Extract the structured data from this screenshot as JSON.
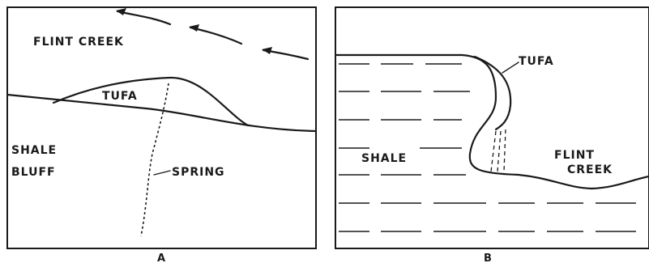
{
  "panel_a": {
    "caption": "A",
    "labels": {
      "creek": "FLINT   CREEK",
      "tufa": "TUFA",
      "shale": "SHALE",
      "bluff": "BLUFF",
      "spring": "SPRING"
    }
  },
  "panel_b": {
    "caption": "B",
    "labels": {
      "tufa": "TUFA",
      "shale": "SHALE",
      "flint": "FLINT",
      "creek": "CREEK"
    }
  }
}
